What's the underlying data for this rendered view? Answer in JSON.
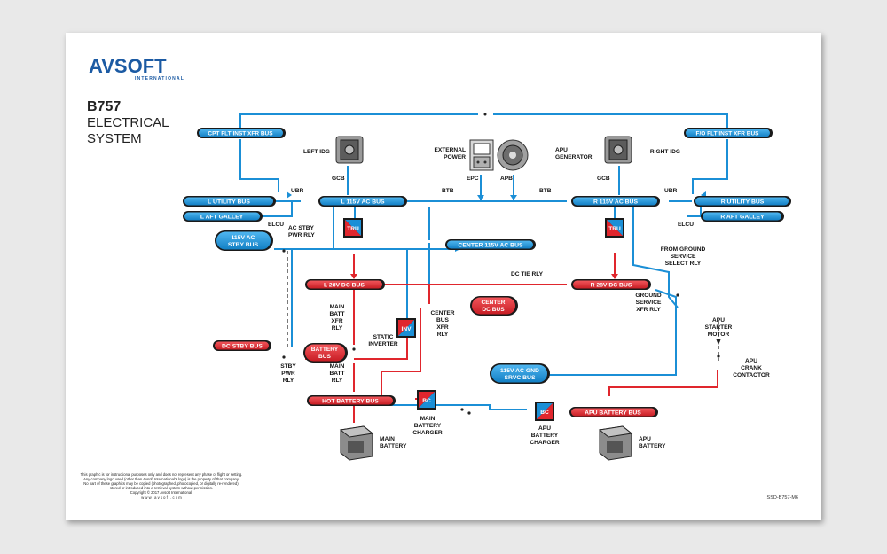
{
  "brand": {
    "logo": "AVSOFT",
    "logo_sub": "INTERNATIONAL",
    "title": "B757",
    "subtitle_1": "ELECTRICAL",
    "subtitle_2": "SYSTEM"
  },
  "colors": {
    "blue": "#1b8fd6",
    "red": "#e0262d",
    "black": "#1a1a1a"
  },
  "buses": {
    "cpt_flt": "CPT FLT INST XFR BUS",
    "fo_flt": "F/O FLT INST XFR BUS",
    "l_utility": "L UTILITY BUS",
    "l_aft_galley": "L AFT GALLEY",
    "l_115v_ac": "L 115V AC BUS",
    "r_115v_ac": "R 115V AC BUS",
    "r_utility": "R UTILITY BUS",
    "r_aft_galley": "R AFT GALLEY",
    "ac_stby_1": "115V AC",
    "ac_stby_2": "STBY BUS",
    "center_115v_ac": "CENTER 115V AC BUS",
    "l_28v_dc": "L 28V DC BUS",
    "r_28v_dc": "R 28V DC BUS",
    "center_dc_1": "CENTER",
    "center_dc_2": "DC BUS",
    "dc_stby": "DC STBY BUS",
    "battery_1": "BATTERY",
    "battery_2": "BUS",
    "gnd_srvc_1": "115V AC GND",
    "gnd_srvc_2": "SRVC BUS",
    "hot_battery": "HOT BATTERY BUS",
    "apu_battery": "APU BATTERY BUS"
  },
  "boxes": {
    "tru_left": "TRU",
    "tru_right": "TRU",
    "inv": "INV",
    "bc_main": "BC",
    "bc_apu": "BC"
  },
  "labels": {
    "left_idg": "LEFT IDG",
    "right_idg": "RIGHT IDG",
    "external_power_1": "EXTERNAL",
    "external_power_2": "POWER",
    "apu_gen_1": "APU",
    "apu_gen_2": "GENERATOR",
    "gcb_left": "GCB",
    "gcb_right": "GCB",
    "epc": "EPC",
    "apb": "APB",
    "ubr_left": "UBR",
    "ubr_right": "UBR",
    "btb_left": "BTB",
    "btb_right": "BTB",
    "elcu_left": "ELCU",
    "elcu_right": "ELCU",
    "ac_stby_rly_1": "AC STBY",
    "ac_stby_rly_2": "PWR RLY",
    "dc_tie_rly": "DC TIE RLY",
    "from_ground_1": "FROM GROUND",
    "from_ground_2": "SERVICE",
    "from_ground_3": "SELECT RLY",
    "ground_xfr_1": "GROUND",
    "ground_xfr_2": "SERVICE",
    "ground_xfr_3": "XFR RLY",
    "main_batt_xfr_1": "MAIN",
    "main_batt_xfr_2": "BATT",
    "main_batt_xfr_3": "XFR",
    "main_batt_xfr_4": "RLY",
    "center_bus_xfr_1": "CENTER",
    "center_bus_xfr_2": "BUS",
    "center_bus_xfr_3": "XFR",
    "center_bus_xfr_4": "RLY",
    "static_inv_1": "STATIC",
    "static_inv_2": "INVERTER",
    "stby_pwr_rly_1": "STBY",
    "stby_pwr_rly_2": "PWR",
    "stby_pwr_rly_3": "RLY",
    "main_batt_rly_1": "MAIN",
    "main_batt_rly_2": "BATT",
    "main_batt_rly_3": "RLY",
    "main_charger_1": "MAIN",
    "main_charger_2": "BATTERY",
    "main_charger_3": "CHARGER",
    "apu_charger_1": "APU",
    "apu_charger_2": "BATTERY",
    "apu_charger_3": "CHARGER",
    "main_battery_1": "MAIN",
    "main_battery_2": "BATTERY",
    "apu_battery_1": "APU",
    "apu_battery_2": "BATTERY",
    "apu_starter_1": "APU",
    "apu_starter_2": "STARTER",
    "apu_starter_3": "MOTOR",
    "apu_crank_1": "APU",
    "apu_crank_2": "CRANK",
    "apu_crank_3": "CONTACTOR"
  },
  "footer": {
    "disclaimer_1": "This graphic is for instructional purposes only and does not represent any phase of flight or setting.",
    "disclaimer_2": "Any company logo used (other than Avsoft International's logo) is the property of that company.",
    "disclaimer_3": "No part of these graphics may be copied (photographed, photocopied, or digitally re-rendered),",
    "disclaimer_4": "stored or introduced into a retrieval system without permission.",
    "copyright": "Copyright © 2017 Avsoft International.",
    "website": "w w w . a v s o f t . c o m",
    "doc_id": "SSD-B757-M6"
  },
  "icons": [
    "idg-icon",
    "external-power-icon",
    "apu-generator-icon",
    "battery-icon"
  ]
}
